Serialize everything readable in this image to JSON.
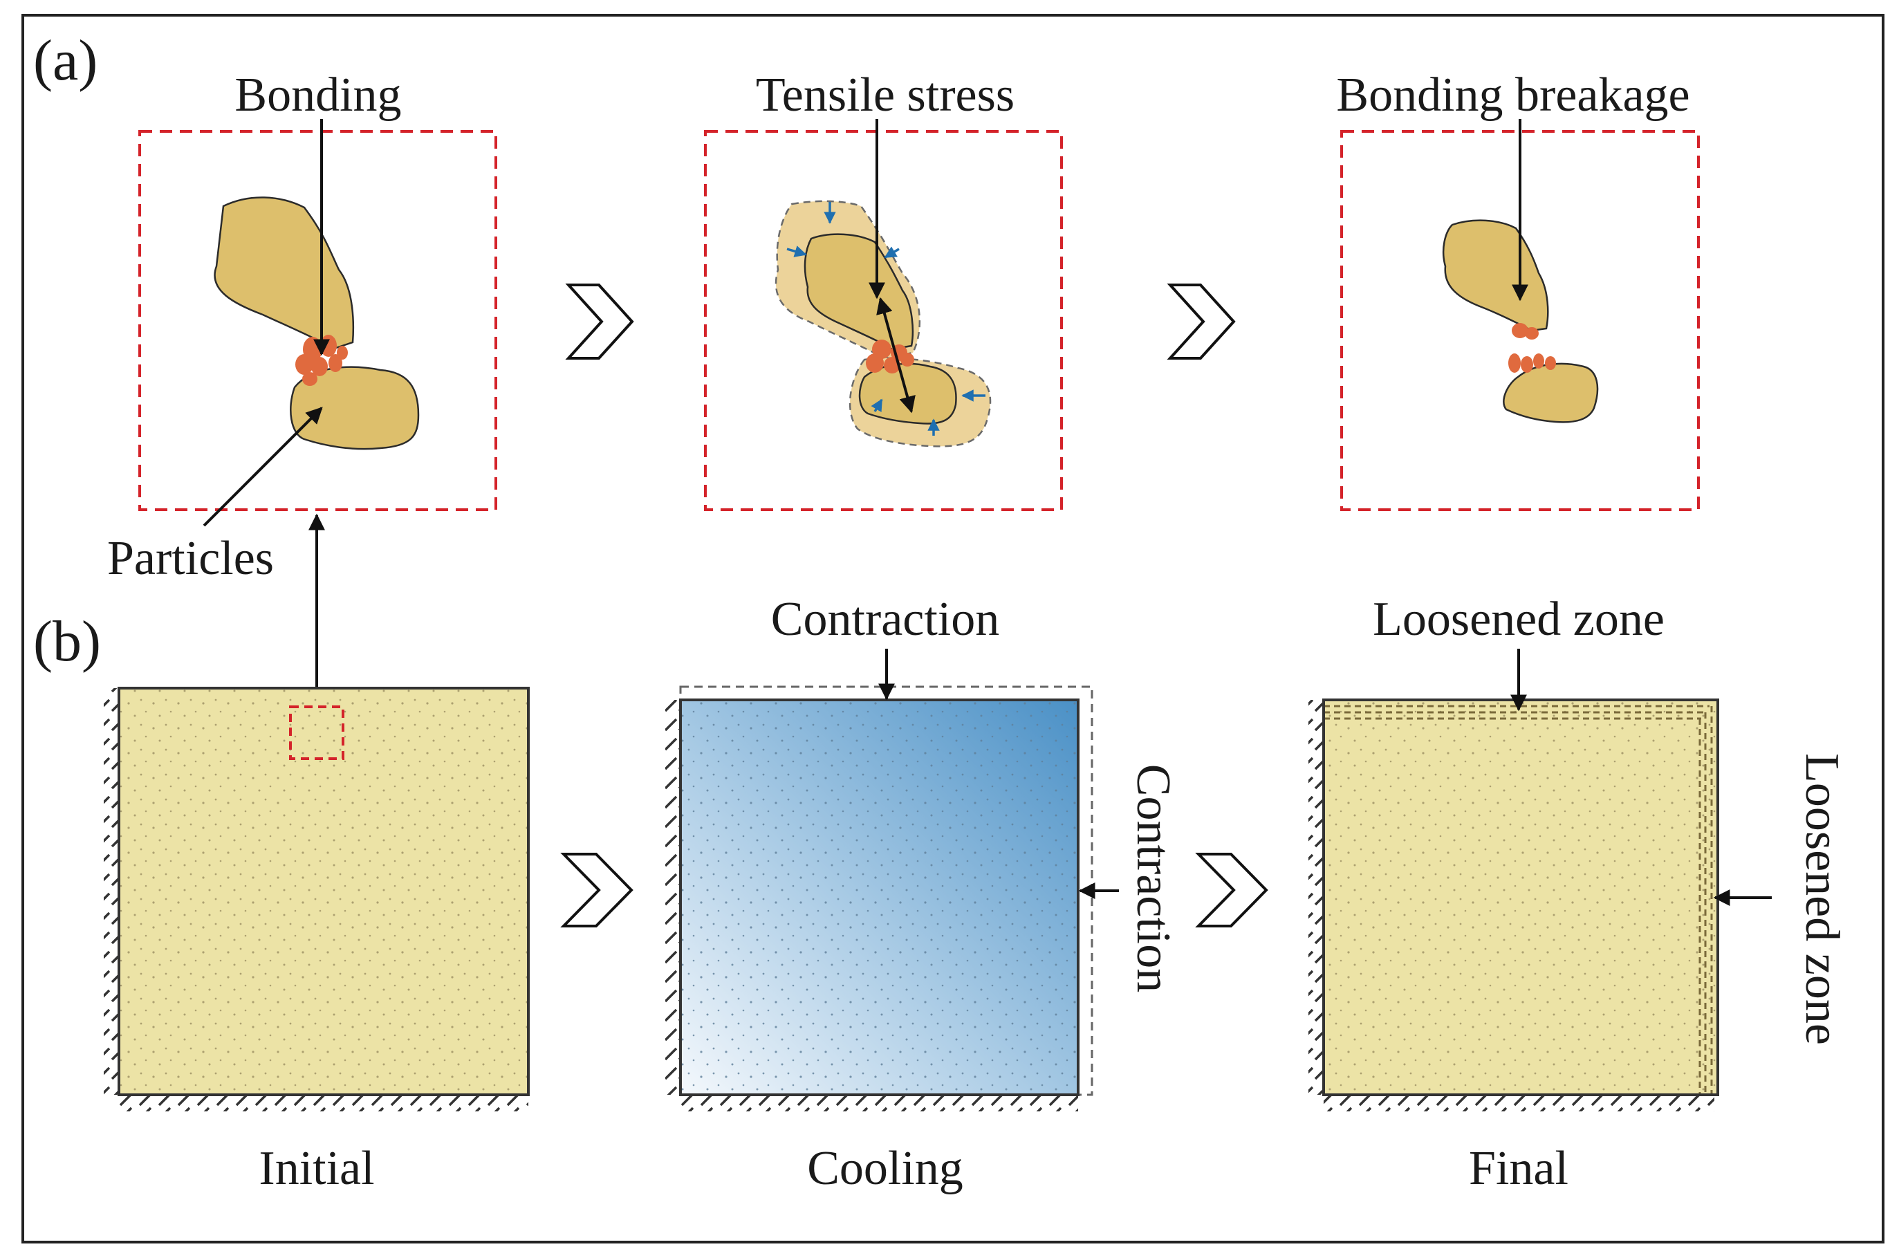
{
  "panels": {
    "a": {
      "label": "(a)",
      "steps": [
        {
          "label": "Bonding"
        },
        {
          "label": "Tensile stress"
        },
        {
          "label": "Bonding breakage"
        }
      ],
      "particles_label": "Particles"
    },
    "b": {
      "label": "(b)",
      "stages": [
        {
          "caption": "Initial"
        },
        {
          "caption": "Cooling"
        },
        {
          "caption": "Final"
        }
      ],
      "cooling": {
        "top_label": "Contraction",
        "side_label": "Contraction"
      },
      "final": {
        "top_label": "Loosened zone",
        "side_label": "Loosened zone"
      }
    }
  },
  "colors": {
    "particle": "#ddbf6c",
    "bond": "#e06a3e",
    "soil": "#ece3a6",
    "cool_light": "#f4f8fc",
    "cool_dark": "#4a90c6",
    "frame_dashed": "#d4232a",
    "stress_arrow": "#1f6fb0"
  }
}
